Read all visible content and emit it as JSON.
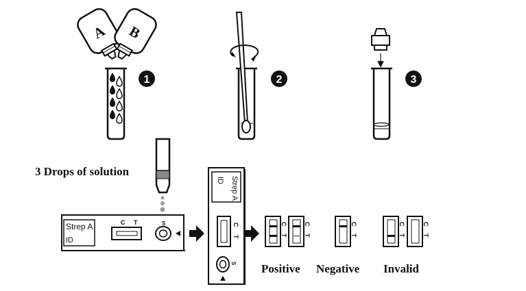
{
  "steps": {
    "step1": {
      "number": "1",
      "bottle_a": "A",
      "bottle_b": "B"
    },
    "step2": {
      "number": "2"
    },
    "step3": {
      "number": "3"
    }
  },
  "drops_label": "3 Drops of solution",
  "cassette": {
    "brand": "Strep A",
    "id_label": "ID",
    "c_label": "C",
    "t_label": "T",
    "s_label": "S"
  },
  "cassette_vertical": {
    "brand": "Strep A",
    "id_label": "ID",
    "c_label": "C",
    "t_label": "T",
    "s_label": "S"
  },
  "results": {
    "positive": "Positive",
    "negative": "Negative",
    "invalid": "Invalid",
    "c_label": "C",
    "t_label": "T"
  }
}
